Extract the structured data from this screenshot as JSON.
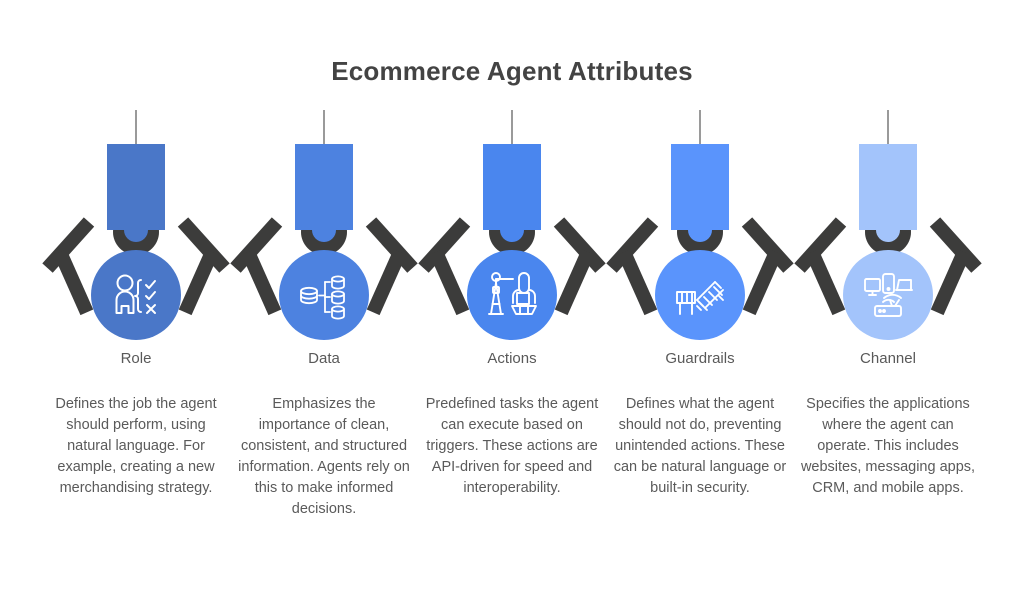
{
  "header": {
    "title": "Ecommerce Agent Attributes"
  },
  "theme": {
    "background": "#ffffff",
    "title_color": "#434343",
    "label_color": "#595959",
    "body_color": "#5a5a5a",
    "claw_color": "#3c3c3b",
    "stem_color": "#9a9a9a"
  },
  "columns": [
    {
      "label": "Role",
      "description": "Defines the job the agent should perform, using natural language. For example, creating a new merchandising strategy.",
      "color": "#4a77c8",
      "icon": "person-checklist-icon"
    },
    {
      "label": "Data",
      "description": "Emphasizes the importance of clean, consistent, and structured information. Agents rely on this to make informed decisions.",
      "color": "#4d82e0",
      "icon": "database-branch-icon"
    },
    {
      "label": "Actions",
      "description": "Predefined tasks the agent can execute based on triggers. These actions are API-driven for speed and interoperability.",
      "color": "#4a86ee",
      "icon": "crane-worker-icon"
    },
    {
      "label": "Guardrails",
      "description": "Defines what the agent should not do, preventing unintended actions. These can be natural language or built-in security.",
      "color": "#5a94fc",
      "icon": "guardrail-barrier-icon"
    },
    {
      "label": "Channel",
      "description": "Specifies the applications where the agent can operate. This includes websites, messaging apps, CRM, and mobile apps.",
      "color": "#a3c4fb",
      "icon": "devices-router-icon"
    }
  ]
}
